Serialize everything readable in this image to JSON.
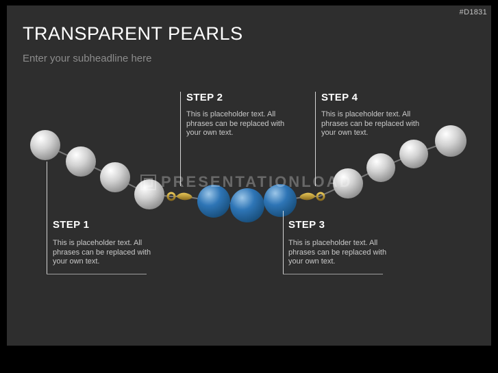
{
  "meta": {
    "code": "#D1831"
  },
  "header": {
    "title": "TRANSPARENT PEARLS",
    "subheadline": "Enter your subheadline here"
  },
  "watermark": {
    "text": "PRESENTATIONLOAD"
  },
  "steps": [
    {
      "label": "STEP 1",
      "text": "This is placeholder text. All phrases can be replaced with your own text."
    },
    {
      "label": "STEP 2",
      "text": "This is placeholder text. All phrases can be replaced with your own text."
    },
    {
      "label": "STEP 3",
      "text": "This is placeholder text. All phrases can be replaced with your own text."
    },
    {
      "label": "STEP 4",
      "text": "This is placeholder text. All phrases can be replaced with your own text."
    }
  ],
  "colors": {
    "slide_background": "#2e2e2e",
    "frame": "#000000",
    "pearl_gray": "#c0c0c0",
    "pearl_blue": "#2e75b6",
    "clasp_gold": "#c9a23a",
    "title_text": "#ffffff",
    "muted_text": "#8c8c8c"
  }
}
